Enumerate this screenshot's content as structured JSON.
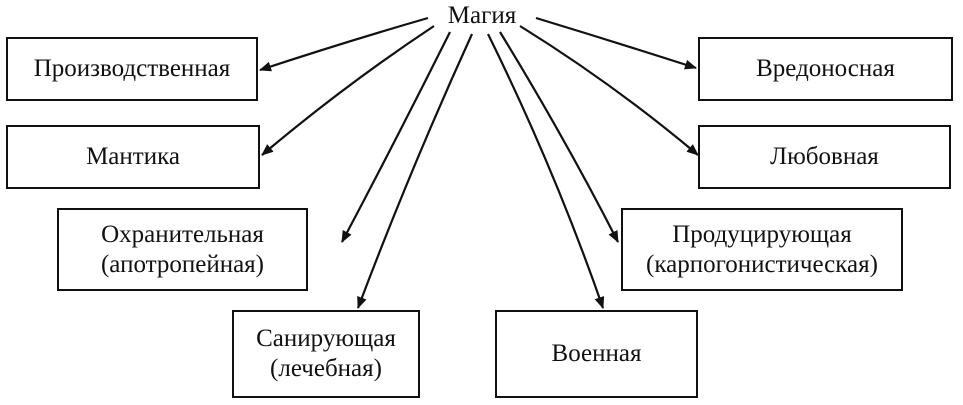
{
  "diagram": {
    "root": "Магия",
    "branches": [
      {
        "id": "production",
        "lines": [
          "Производственная"
        ]
      },
      {
        "id": "mantika",
        "lines": [
          "Мантика"
        ]
      },
      {
        "id": "protective",
        "lines": [
          "Охранительная",
          "(апотропейная)"
        ]
      },
      {
        "id": "sanitary",
        "lines": [
          "Санирующая",
          "(лечебная)"
        ]
      },
      {
        "id": "military",
        "lines": [
          "Военная"
        ]
      },
      {
        "id": "productive",
        "lines": [
          "Продуцирующая",
          "(карпогонистическая)"
        ]
      },
      {
        "id": "love",
        "lines": [
          "Любовная"
        ]
      },
      {
        "id": "harmful",
        "lines": [
          "Вредоносная"
        ]
      }
    ]
  }
}
